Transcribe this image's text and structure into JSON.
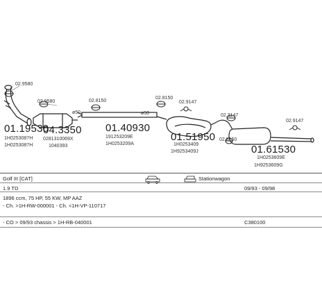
{
  "parts": {
    "p1": {
      "number": "01.19530",
      "refs": [
        "1H0253087H",
        "1H0253087H"
      ],
      "clamp": "02.9580"
    },
    "p2": {
      "number": "04.3350",
      "refs": [
        "0281310069X",
        "1040393"
      ],
      "clamp": "02.9580"
    },
    "p3": {
      "number": "01.40930",
      "refs": [
        "191253209E",
        "1H0253209A"
      ],
      "clamp": "02.8150",
      "dia": "ø50"
    },
    "p4": {
      "number": "01.51950",
      "refs": [
        "1H0253409",
        "1H9253409J"
      ],
      "clamp": "02.8150",
      "hanger": "02.9147",
      "dia": "ø50"
    },
    "p5": {
      "number": "01.61530",
      "refs": [
        "1H0253609E",
        "1H9253609G"
      ],
      "clamp": "02.3147",
      "clamp2": "02.8150",
      "hanger": "02.9147"
    }
  },
  "rows": {
    "model": "Golf III [CAT]",
    "body": "Stationwagon",
    "engine": "1.9 TD",
    "years": "09/93 - 09/98",
    "spec": "1896 ccm, 75 HP, 55 KW, MP AAZ",
    "chassis": "- Ch. >1H-RW-000001 - Ch. <1H-VP-110717",
    "co": "- CO > 09/93 chassis > 1H-RB-040001",
    "code": "C380100"
  }
}
